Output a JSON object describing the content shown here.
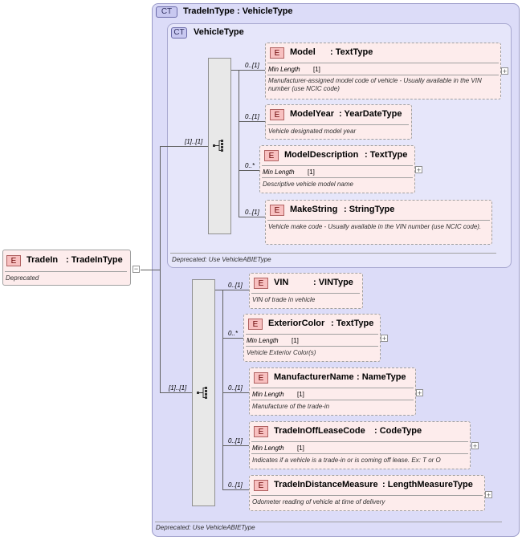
{
  "root": {
    "badge": "E",
    "name": "TradeIn",
    "type": ": TradeInType",
    "doc": "Deprecated"
  },
  "outer_type": {
    "badge": "CT",
    "title": "TradeInType : VehicleType",
    "footer": "Deprecated: Use VehicleABIEType"
  },
  "inner_type": {
    "badge": "CT",
    "title": "VehicleType",
    "footer": "Deprecated: Use VehicleABIEType"
  },
  "sequence_cardinality": [
    "[1]..[1]",
    "[1]..[1]"
  ],
  "vehicle_elements": [
    {
      "badge": "E",
      "name": "Model",
      "type": ": TextType",
      "card": "0..[1]",
      "facet": "Min Length",
      "facet_val": "[1]",
      "doc": "Manufacturer-assigned model code of vehicle - Usually available in the VIN number (use NCIC code)"
    },
    {
      "badge": "E",
      "name": "ModelYear",
      "type": ": YearDateType",
      "card": "0..[1]",
      "doc": "Vehicle designated model year"
    },
    {
      "badge": "E",
      "name": "ModelDescription",
      "type": ": TextType",
      "card": "0..*",
      "facet": "Min Length",
      "facet_val": "[1]",
      "doc": "Descriptive vehicle model name"
    },
    {
      "badge": "E",
      "name": "MakeString",
      "type": ": StringType",
      "card": "0..[1]",
      "doc": "Vehicle make code - Usually available in the VIN number (use NCIC code)."
    }
  ],
  "tradein_elements": [
    {
      "badge": "E",
      "name": "VIN",
      "type": ": VINType",
      "card": "0..[1]",
      "doc": "VIN of trade in vehicle"
    },
    {
      "badge": "E",
      "name": "ExteriorColor",
      "type": ": TextType",
      "card": "0..*",
      "facet": "Min Length",
      "facet_val": "[1]",
      "doc": "Vehicle Exterior Color(s)"
    },
    {
      "badge": "E",
      "name": "ManufacturerName",
      "type": ": NameType",
      "card": "0..[1]",
      "facet": "Min Length",
      "facet_val": "[1]",
      "doc": "Manufacture of the trade-in"
    },
    {
      "badge": "E",
      "name": "TradeInOffLeaseCode",
      "type": ": CodeType",
      "card": "0..[1]",
      "facet": "Min Length",
      "facet_val": "[1]",
      "doc": "Indicates if a vehicle is a trade-in or is coming off lease. Ex: T or O"
    },
    {
      "badge": "E",
      "name": "TradeInDistanceMeasure",
      "type": ": LengthMeasureType",
      "card": "0..[1]",
      "doc": "Odometer reading of vehicle at time of delivery"
    }
  ],
  "expand_symbol": "+",
  "collapse_symbol": "−"
}
